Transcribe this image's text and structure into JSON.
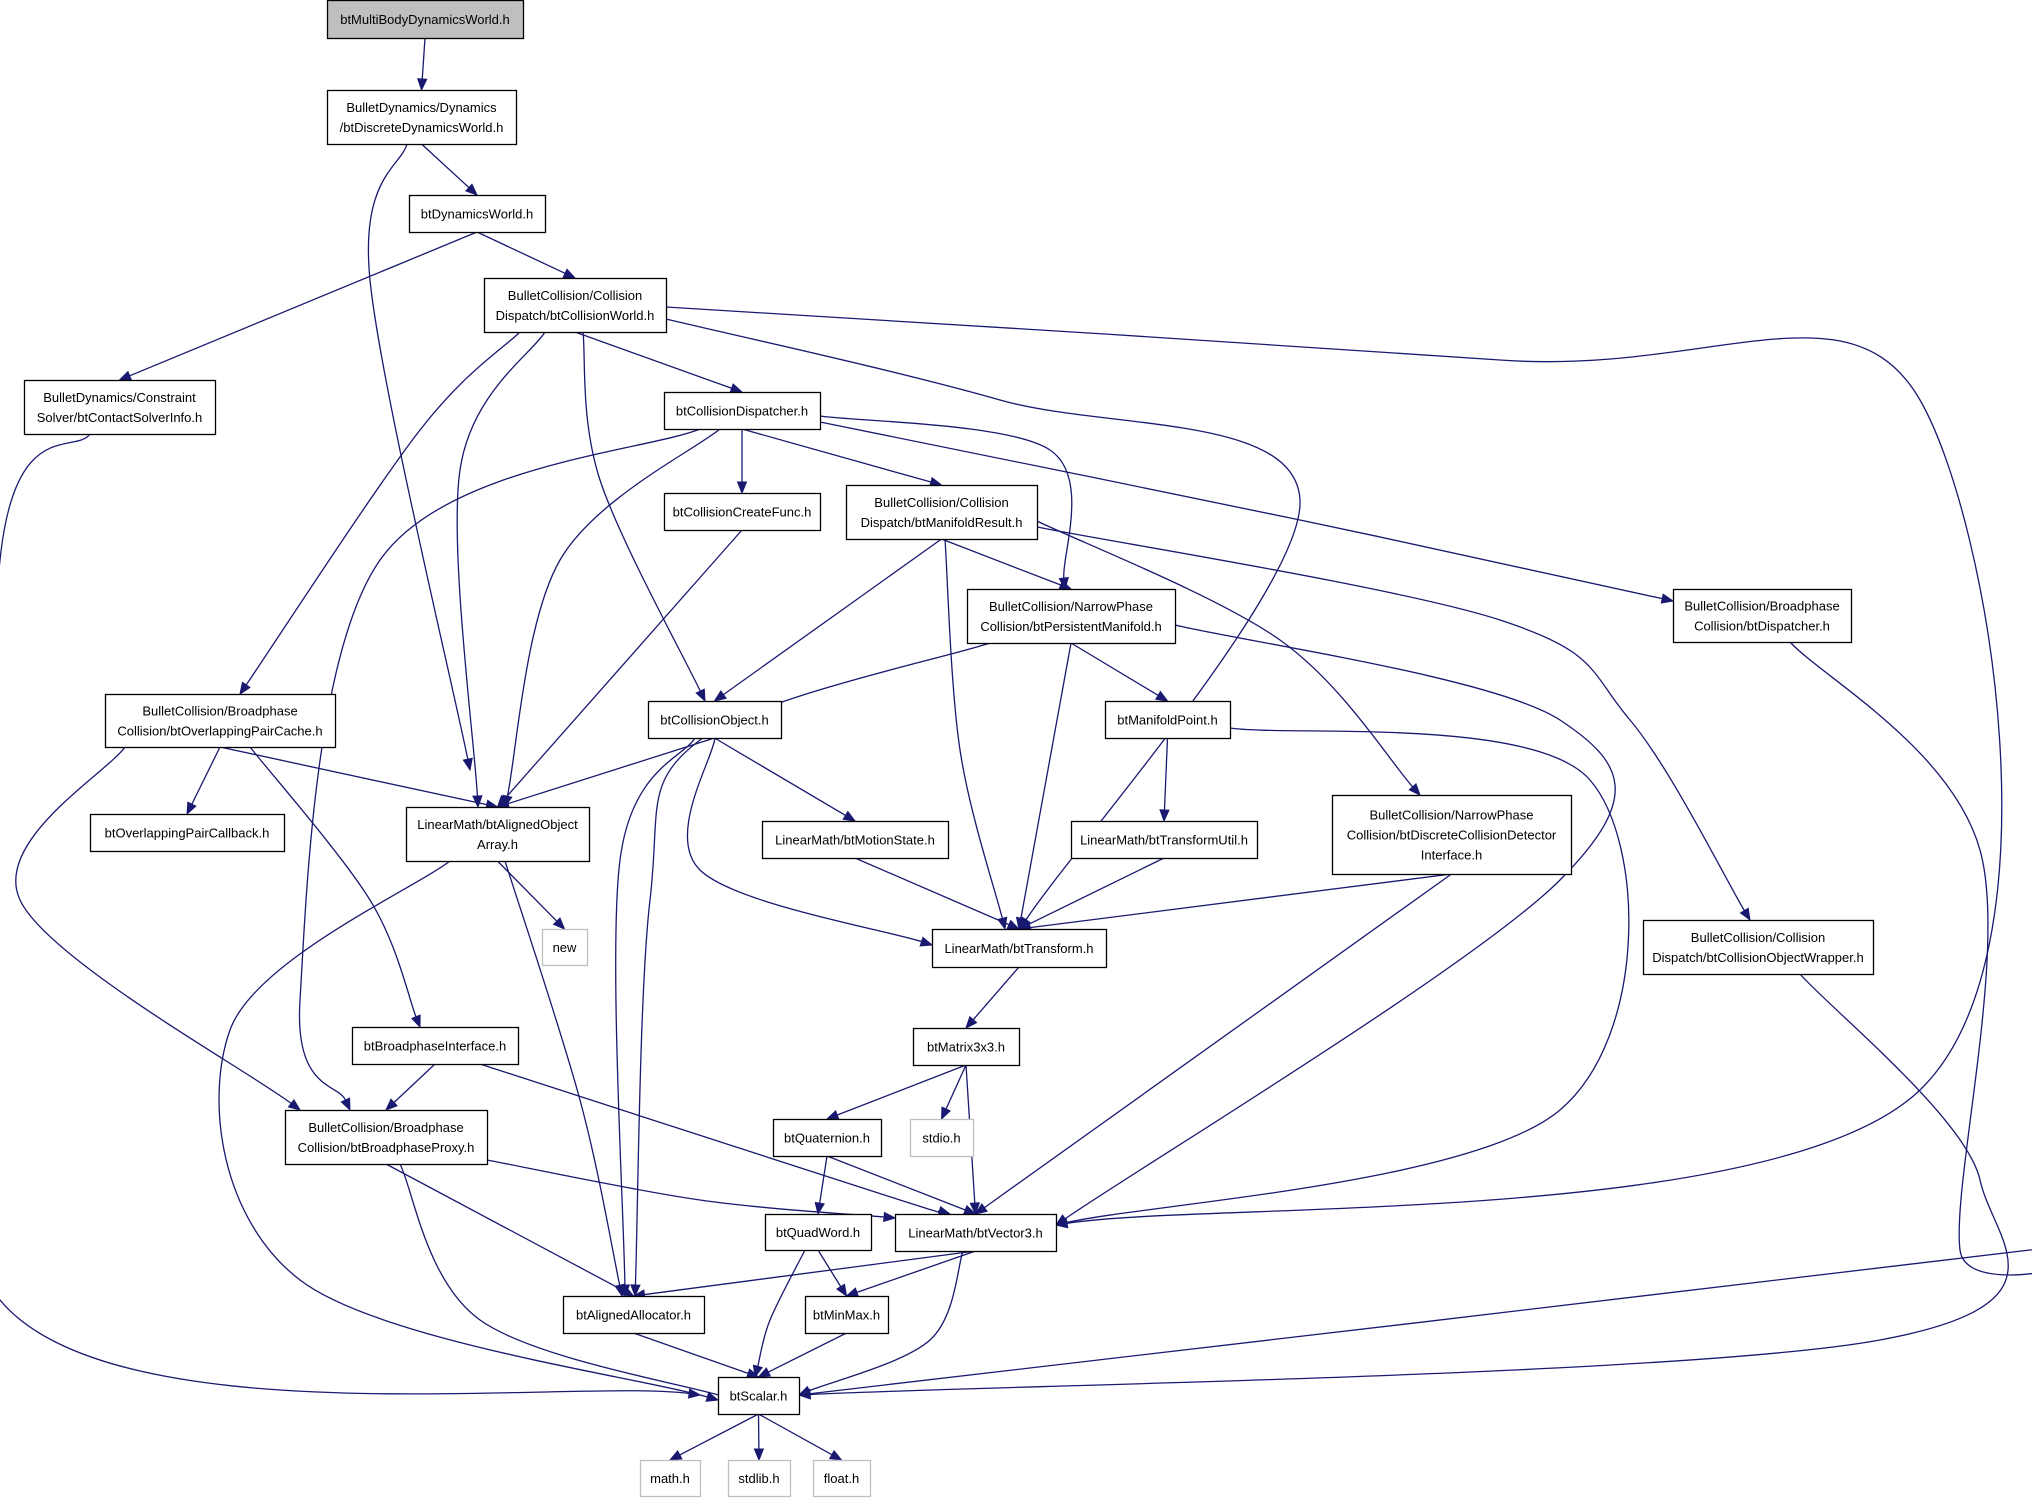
{
  "graph": {
    "title": "btMultiBodyDynamicsWorld.h",
    "nodes": [
      {
        "id": "root",
        "lines": [
          "btMultiBodyDynamicsWorld.h"
        ],
        "style": "root"
      },
      {
        "id": "discrete",
        "lines": [
          "BulletDynamics/Dynamics",
          "/btDiscreteDynamicsWorld.h"
        ]
      },
      {
        "id": "dynworld",
        "lines": [
          "btDynamicsWorld.h"
        ]
      },
      {
        "id": "collworld",
        "lines": [
          "BulletCollision/Collision",
          "Dispatch/btCollisionWorld.h"
        ]
      },
      {
        "id": "contactsolver",
        "lines": [
          "BulletDynamics/Constraint",
          "Solver/btContactSolverInfo.h"
        ]
      },
      {
        "id": "colldispatcher",
        "lines": [
          "btCollisionDispatcher.h"
        ]
      },
      {
        "id": "createfunc",
        "lines": [
          "btCollisionCreateFunc.h"
        ]
      },
      {
        "id": "manifoldresult",
        "lines": [
          "BulletCollision/Collision",
          "Dispatch/btManifoldResult.h"
        ]
      },
      {
        "id": "persistent",
        "lines": [
          "BulletCollision/NarrowPhase",
          "Collision/btPersistentManifold.h"
        ]
      },
      {
        "id": "dispatcher",
        "lines": [
          "BulletCollision/Broadphase",
          "Collision/btDispatcher.h"
        ]
      },
      {
        "id": "overlappingcache",
        "lines": [
          "BulletCollision/Broadphase",
          "Collision/btOverlappingPairCache.h"
        ]
      },
      {
        "id": "collobject",
        "lines": [
          "btCollisionObject.h"
        ]
      },
      {
        "id": "manifoldpoint",
        "lines": [
          "btManifoldPoint.h"
        ]
      },
      {
        "id": "pairCallback",
        "lines": [
          "btOverlappingPairCallback.h"
        ]
      },
      {
        "id": "alignedarray",
        "lines": [
          "LinearMath/btAlignedObject",
          "Array.h"
        ]
      },
      {
        "id": "motionstate",
        "lines": [
          "LinearMath/btMotionState.h"
        ]
      },
      {
        "id": "transformutil",
        "lines": [
          "LinearMath/btTransformUtil.h"
        ]
      },
      {
        "id": "discretedetector",
        "lines": [
          "BulletCollision/NarrowPhase",
          "Collision/btDiscreteCollisionDetector",
          "Interface.h"
        ]
      },
      {
        "id": "new",
        "lines": [
          "new"
        ],
        "style": "ext"
      },
      {
        "id": "transform",
        "lines": [
          "LinearMath/btTransform.h"
        ]
      },
      {
        "id": "objwrapper",
        "lines": [
          "BulletCollision/Collision",
          "Dispatch/btCollisionObjectWrapper.h"
        ]
      },
      {
        "id": "matrix",
        "lines": [
          "btMatrix3x3.h"
        ]
      },
      {
        "id": "bpinterface",
        "lines": [
          "btBroadphaseInterface.h"
        ]
      },
      {
        "id": "bpproxy",
        "lines": [
          "BulletCollision/Broadphase",
          "Collision/btBroadphaseProxy.h"
        ]
      },
      {
        "id": "quaternion",
        "lines": [
          "btQuaternion.h"
        ]
      },
      {
        "id": "stdio",
        "lines": [
          "stdio.h"
        ],
        "style": "ext"
      },
      {
        "id": "quadword",
        "lines": [
          "btQuadWord.h"
        ]
      },
      {
        "id": "vector3",
        "lines": [
          "LinearMath/btVector3.h"
        ]
      },
      {
        "id": "alignedalloc",
        "lines": [
          "btAlignedAllocator.h"
        ]
      },
      {
        "id": "minmax",
        "lines": [
          "btMinMax.h"
        ]
      },
      {
        "id": "scalar",
        "lines": [
          "btScalar.h"
        ]
      },
      {
        "id": "math",
        "lines": [
          "math.h"
        ],
        "style": "ext"
      },
      {
        "id": "stdlib",
        "lines": [
          "stdlib.h"
        ],
        "style": "ext"
      },
      {
        "id": "float",
        "lines": [
          "float.h"
        ],
        "style": "ext"
      }
    ],
    "edges": [
      [
        "root",
        "discrete"
      ],
      [
        "discrete",
        "dynworld"
      ],
      [
        "discrete",
        "alignedarray"
      ],
      [
        "dynworld",
        "collworld"
      ],
      [
        "dynworld",
        "contactsolver"
      ],
      [
        "contactsolver",
        "scalar"
      ],
      [
        "collworld",
        "colldispatcher"
      ],
      [
        "collworld",
        "overlappingcache"
      ],
      [
        "collworld",
        "alignedarray"
      ],
      [
        "collworld",
        "collobject"
      ],
      [
        "collworld",
        "transform"
      ],
      [
        "collworld",
        "vector3"
      ],
      [
        "colldispatcher",
        "createfunc"
      ],
      [
        "colldispatcher",
        "manifoldresult"
      ],
      [
        "colldispatcher",
        "persistent"
      ],
      [
        "colldispatcher",
        "dispatcher"
      ],
      [
        "colldispatcher",
        "alignedarray"
      ],
      [
        "colldispatcher",
        "bpproxy"
      ],
      [
        "createfunc",
        "alignedarray"
      ],
      [
        "manifoldresult",
        "persistent"
      ],
      [
        "manifoldresult",
        "collobject"
      ],
      [
        "manifoldresult",
        "transform"
      ],
      [
        "manifoldresult",
        "discretedetector"
      ],
      [
        "manifoldresult",
        "objwrapper"
      ],
      [
        "persistent",
        "manifoldpoint"
      ],
      [
        "persistent",
        "transform"
      ],
      [
        "persistent",
        "alignedalloc"
      ],
      [
        "persistent",
        "vector3"
      ],
      [
        "dispatcher",
        "scalar"
      ],
      [
        "overlappingcache",
        "pairCallback"
      ],
      [
        "overlappingcache",
        "alignedarray"
      ],
      [
        "overlappingcache",
        "bpinterface"
      ],
      [
        "overlappingcache",
        "bpproxy"
      ],
      [
        "collobject",
        "alignedarray"
      ],
      [
        "collobject",
        "motionstate"
      ],
      [
        "collobject",
        "transform"
      ],
      [
        "collobject",
        "alignedalloc"
      ],
      [
        "manifoldpoint",
        "transformutil"
      ],
      [
        "manifoldpoint",
        "vector3"
      ],
      [
        "alignedarray",
        "new"
      ],
      [
        "alignedarray",
        "alignedalloc"
      ],
      [
        "alignedarray",
        "scalar"
      ],
      [
        "motionstate",
        "transform"
      ],
      [
        "transformutil",
        "transform"
      ],
      [
        "discretedetector",
        "transform"
      ],
      [
        "discretedetector",
        "vector3"
      ],
      [
        "transform",
        "matrix"
      ],
      [
        "objwrapper",
        "scalar"
      ],
      [
        "matrix",
        "quaternion"
      ],
      [
        "matrix",
        "stdio"
      ],
      [
        "matrix",
        "vector3"
      ],
      [
        "bpinterface",
        "bpproxy"
      ],
      [
        "bpinterface",
        "vector3"
      ],
      [
        "bpproxy",
        "vector3"
      ],
      [
        "bpproxy",
        "alignedalloc"
      ],
      [
        "bpproxy",
        "scalar"
      ],
      [
        "quaternion",
        "quadword"
      ],
      [
        "quaternion",
        "vector3"
      ],
      [
        "quadword",
        "minmax"
      ],
      [
        "quadword",
        "scalar"
      ],
      [
        "vector3",
        "alignedalloc"
      ],
      [
        "vector3",
        "minmax"
      ],
      [
        "vector3",
        "scalar"
      ],
      [
        "alignedalloc",
        "scalar"
      ],
      [
        "minmax",
        "scalar"
      ],
      [
        "scalar",
        "math"
      ],
      [
        "scalar",
        "stdlib"
      ],
      [
        "scalar",
        "float"
      ]
    ]
  }
}
